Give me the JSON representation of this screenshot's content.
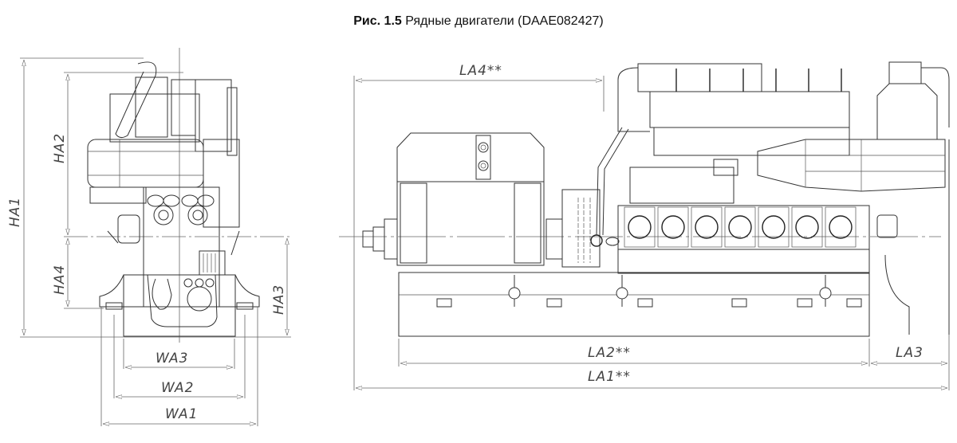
{
  "caption": {
    "figure_label": "Рис. 1.5",
    "title": "Рядные двигатели (DAAE082427)"
  },
  "front_view": {
    "dimensions": {
      "HA1": "HA1",
      "HA2": "HA2",
      "HA3": "HA3",
      "HA4": "HA4",
      "WA1": "WA1",
      "WA2": "WA2",
      "WA3": "WA3"
    }
  },
  "side_view": {
    "dimensions": {
      "LA1": "LA1**",
      "LA2": "LA2**",
      "LA3": "LA3",
      "LA4": "LA4**"
    },
    "cylinder_count": 7
  },
  "colors": {
    "line": "#333333",
    "dimension_line": "#666666",
    "background": "#ffffff"
  }
}
